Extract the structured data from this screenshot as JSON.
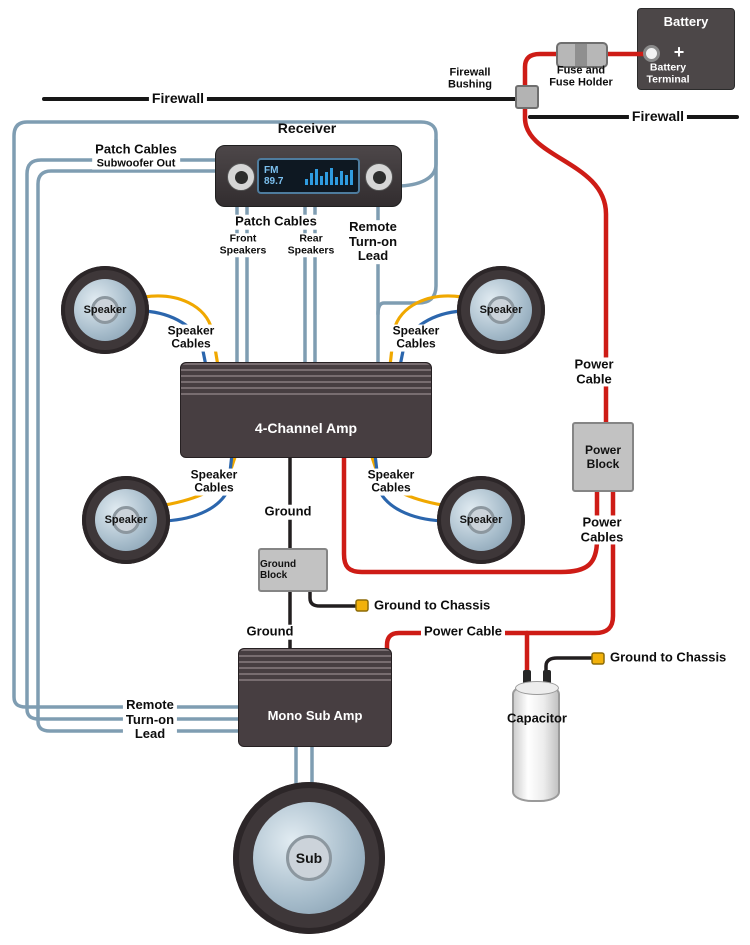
{
  "colors": {
    "power_cable": "#ce1c16",
    "patch_cable": "#7f9db2",
    "speaker_pos": "#f0a800",
    "speaker_neg": "#2b66ad",
    "ground_wire": "#221e1f",
    "firewall_line": "#171717",
    "connector": "#f2b10a"
  },
  "battery": {
    "title": "Battery",
    "plus": "+",
    "terminal_line1": "Battery",
    "terminal_line2": "Terminal"
  },
  "fuse": {
    "line1": "Fuse and",
    "line2": "Fuse Holder"
  },
  "firewall": {
    "left": "Firewall",
    "right": "Firewall",
    "bushing_line1": "Firewall",
    "bushing_line2": "Bushing"
  },
  "receiver": {
    "title": "Receiver",
    "display_freq": "FM 89.7"
  },
  "patch": {
    "left_line1": "Patch Cables",
    "left_line2": "Subwoofer Out",
    "bottom": "Patch Cables",
    "front_line1": "Front",
    "front_line2": "Speakers",
    "rear_line1": "Rear",
    "rear_line2": "Speakers"
  },
  "remote": {
    "line1": "Remote",
    "line2": "Turn-on",
    "line3": "Lead"
  },
  "speakers": {
    "label": "Speaker",
    "cables_line1": "Speaker",
    "cables_line2": "Cables"
  },
  "amps": {
    "four_channel": "4-Channel Amp",
    "mono_sub": "Mono Sub Amp"
  },
  "ground": {
    "label_upper": "Ground",
    "label_lower": "Ground",
    "block_label": "Ground Block",
    "to_chassis": "Ground to Chassis"
  },
  "power": {
    "cable_line1": "Power",
    "cable_line2": "Cable",
    "block_line1": "Power",
    "block_line2": "Block",
    "cables_line1": "Power",
    "cables_line2": "Cables",
    "cable_bottom": "Power Cable"
  },
  "capacitor": {
    "label": "Capacitor"
  },
  "sub": {
    "label": "Sub"
  }
}
